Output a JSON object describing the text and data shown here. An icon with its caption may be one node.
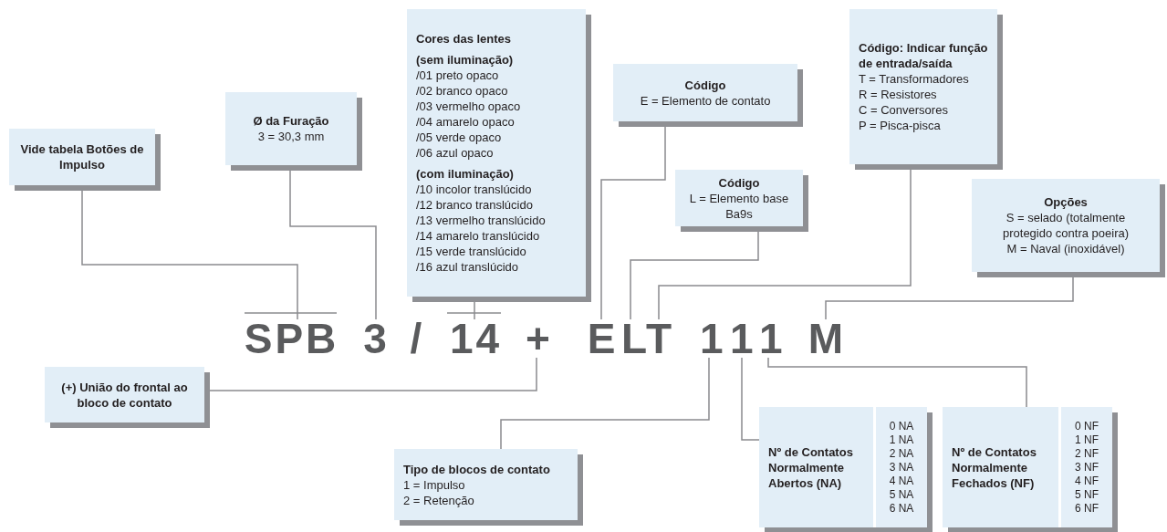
{
  "diagram": {
    "nodes": [
      {
        "text": [
          "Cores das lentes",
          "(sem iluminação)",
          "/01 preto opaco",
          "/02 branco opaco",
          "/03 vermelho opaco",
          "/04 amarelo opaco",
          "/05 verde opaco",
          "/06 azul opaco",
          "(com iluminação)",
          "/10 incolor translúcido",
          "/12 branco translúcido",
          "/13 vermelho translúcido",
          "/14 amarelo translúcido",
          "/15 verde translúcido",
          "/16 azul translúcido"
        ]
      },
      {
        "text": [
          "Código: Indicar função de entrada/saída",
          "T = Transformadores",
          "R = Resistores",
          "C = Conversores",
          "P = Pisca-pisca"
        ]
      },
      {
        "text": [
          "Código",
          "E = Elemento de contato"
        ]
      },
      {
        "text": [
          "Ø da Furação",
          "3 = 30,3 mm"
        ]
      },
      {
        "text": [
          "Vide tabela Botões de Impulso"
        ]
      },
      {
        "text": [
          "Código",
          "L = Elemento base Ba9s"
        ]
      },
      {
        "text": [
          "Opções",
          "S = selado (totalmente protegido contra poeira)",
          "M = Naval (inoxidável)"
        ]
      },
      {
        "text": [
          "SPB"
        ]
      },
      {
        "text": [
          "3"
        ]
      },
      {
        "text": [
          "14"
        ]
      },
      {
        "text": [
          "+"
        ]
      },
      {
        "text": [
          "E"
        ]
      },
      {
        "text": [
          "L"
        ]
      },
      {
        "text": [
          "T"
        ]
      },
      {
        "text": [
          "1"
        ]
      },
      {
        "text": [
          "1"
        ]
      },
      {
        "text": [
          "1"
        ]
      },
      {
        "text": [
          "M"
        ]
      },
      {
        "text": [
          "(+) União do frontal ao bloco de contato"
        ]
      },
      {
        "text": [
          "Tipo de blocos de contato",
          "1 = Impulso",
          "2 = Retenção"
        ]
      },
      {
        "text": [
          "Nº de Contatos Normalmente Abertos (NA)",
          "0 NA",
          "1 NA",
          "2 NA",
          "3 NA",
          "4 NA",
          "5 NA",
          "6 NA"
        ]
      },
      {
        "text": [
          "Nº de Contatos Normalmente Fechados (NF)",
          "0 NF",
          "1 NF",
          "2 NF",
          "3 NF",
          "4 NF",
          "5 NF",
          "6 NF"
        ]
      }
    ],
    "edges": [
      {
        "from": 4,
        "to": 7,
        "arrow": "none"
      },
      {
        "from": 3,
        "to": 8,
        "arrow": "none"
      },
      {
        "from": 0,
        "to": 9,
        "arrow": "none"
      },
      {
        "from": 2,
        "to": 11,
        "arrow": "none"
      },
      {
        "from": 5,
        "to": 12,
        "arrow": "none"
      },
      {
        "from": 1,
        "to": 13,
        "arrow": "none"
      },
      {
        "from": 6,
        "to": 17,
        "arrow": "none"
      },
      {
        "from": 18,
        "to": 10,
        "arrow": "none"
      },
      {
        "from": 19,
        "to": 14,
        "arrow": "none"
      },
      {
        "from": 20,
        "to": 15,
        "arrow": "none"
      },
      {
        "from": 21,
        "to": 16,
        "arrow": "none"
      }
    ],
    "labels": [
      "/"
    ]
  }
}
